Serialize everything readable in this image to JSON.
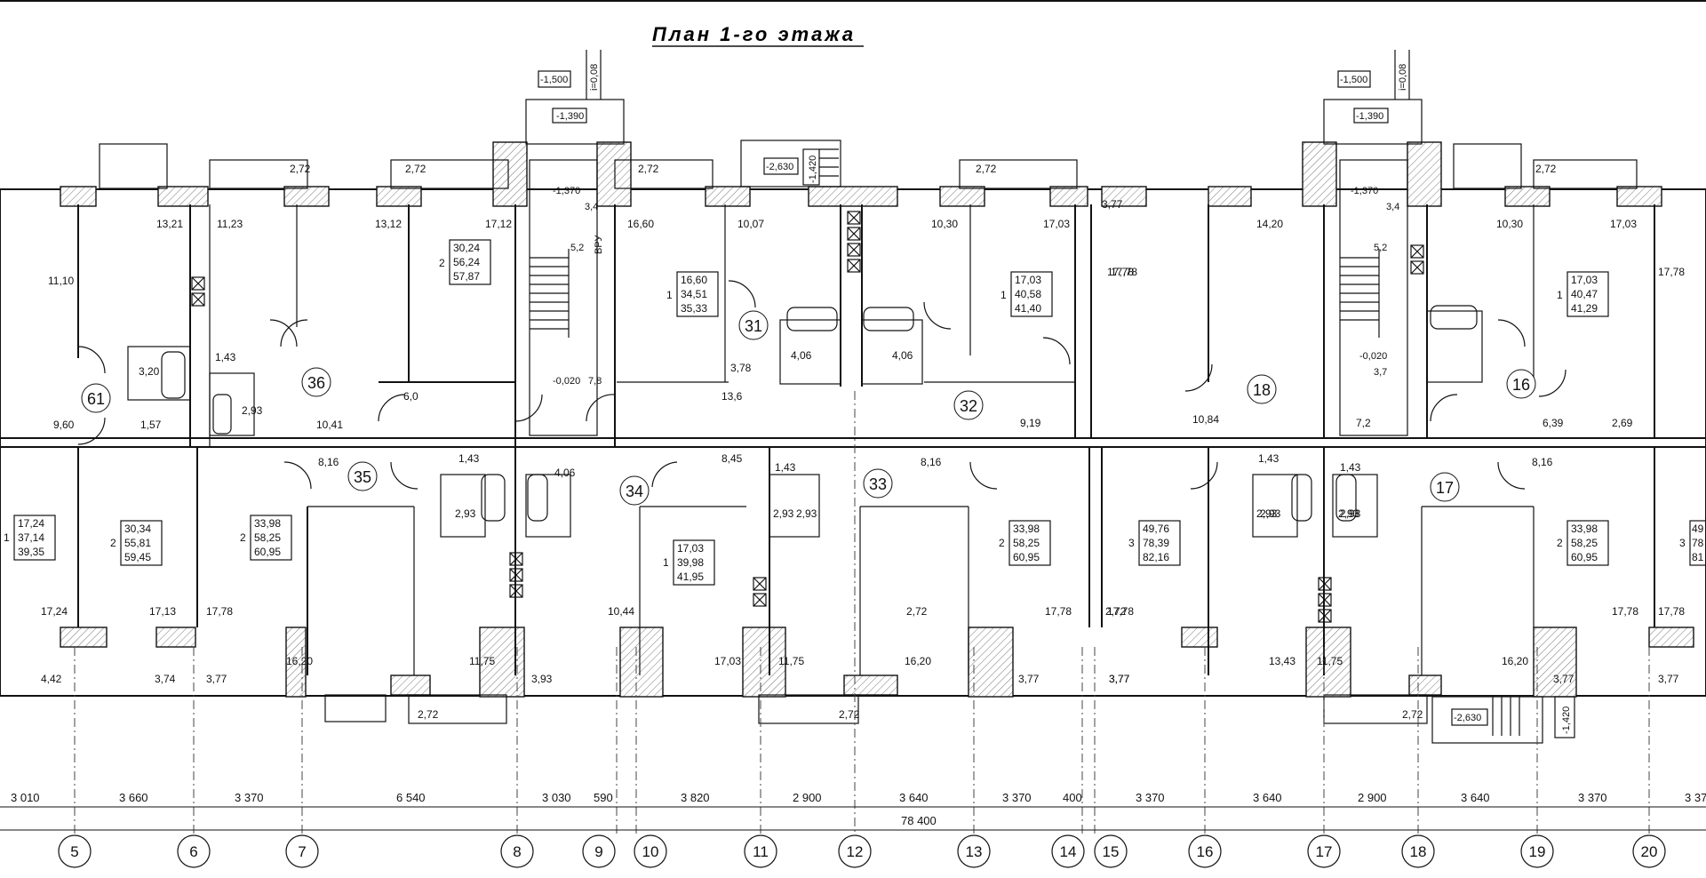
{
  "title": "План 1-го этажа",
  "entrance_marks": {
    "level1": "-1,500",
    "slope": "i=0,08",
    "level2": "-1,390",
    "level3": "-1,370",
    "stair_a": "-2,630",
    "stair_b": "-1,420",
    "landing": "-0,020",
    "vru": "ВРУ",
    "porch": "3,4",
    "hall": "5,2",
    "vest": "7,8",
    "hall_b": "3,7"
  },
  "apartments": [
    {
      "num": "61",
      "label": "61"
    },
    {
      "num": "36",
      "label": "36"
    },
    {
      "num": "35",
      "label": "35"
    },
    {
      "num": "34",
      "label": "34"
    },
    {
      "num": "31",
      "label": "31"
    },
    {
      "num": "33",
      "label": "33"
    },
    {
      "num": "32",
      "label": "32"
    },
    {
      "num": "18",
      "label": "18"
    },
    {
      "num": "17",
      "label": "17"
    },
    {
      "num": "16",
      "label": "16"
    }
  ],
  "area_boxes": [
    {
      "rooms": "2",
      "a": "30,24",
      "b": "56,24",
      "c": "57,87"
    },
    {
      "rooms": "1",
      "a": "16,60",
      "b": "34,51",
      "c": "35,33"
    },
    {
      "rooms": "1",
      "a": "17,03",
      "b": "40,58",
      "c": "41,40"
    },
    {
      "rooms": "1",
      "a": "17,03",
      "b": "40,47",
      "c": "41,29"
    },
    {
      "rooms": "1",
      "a": "17,24",
      "b": "37,14",
      "c": "39,35"
    },
    {
      "rooms": "2",
      "a": "30,34",
      "b": "55,81",
      "c": "59,45"
    },
    {
      "rooms": "2",
      "a": "33,98",
      "b": "58,25",
      "c": "60,95"
    },
    {
      "rooms": "1",
      "a": "17,03",
      "b": "39,98",
      "c": "41,95"
    },
    {
      "rooms": "2",
      "a": "33,98",
      "b": "58,25",
      "c": "60,95"
    },
    {
      "rooms": "3",
      "a": "49,76",
      "b": "78,39",
      "c": "82,16"
    },
    {
      "rooms": "2",
      "a": "33,98",
      "b": "58,25",
      "c": "60,95"
    },
    {
      "rooms": "3",
      "a": "49",
      "b": "78",
      "c": "81"
    }
  ],
  "room_areas": [
    "11,10",
    "13,21",
    "11,23",
    "13,12",
    "17,12",
    "16,60",
    "10,07",
    "10,30",
    "17,03",
    "3,77",
    "14,20",
    "10,30",
    "17,03",
    "17,78",
    "17,78",
    "3,20",
    "1,43",
    "2,93",
    "1,57",
    "9,60",
    "10,41",
    "6,0",
    "13,6",
    "3,78",
    "4,06",
    "4,06",
    "9,19",
    "10,84",
    "7,2",
    "6,39",
    "2,69",
    "8,16",
    "1,43",
    "4,06",
    "8,45",
    "1,43",
    "2,93",
    "8,16",
    "1,43",
    "2,93",
    "1,43",
    "2,93",
    "8,16",
    "17,24",
    "17,13",
    "17,78",
    "10,44",
    "17,03",
    "11,75",
    "16,20",
    "17,78",
    "17,78",
    "13,43",
    "11,75",
    "16,20",
    "17,78",
    "17,78",
    "16,20",
    "11,75",
    "4,42",
    "3,74",
    "3,77",
    "3,93",
    "3,77",
    "3,77",
    "3,77",
    "3,77",
    "2,72",
    "2,72",
    "2,72",
    "2,72",
    "2,72",
    "2,72",
    "2,72",
    "2,72",
    "2,72",
    "2,72",
    "2,93",
    "2,93",
    "2,93",
    "2,93",
    "17,78",
    "3,77"
  ],
  "dimensions": [
    "3 010",
    "3 660",
    "3 370",
    "6 540",
    "3 030",
    "590",
    "3 820",
    "2 900",
    "3 640",
    "3 370",
    "400",
    "3 370",
    "3 640",
    "2 900",
    "3 640",
    "3 370",
    "3 37"
  ],
  "total_dimension": "78 400",
  "axes": [
    "5",
    "6",
    "7",
    "8",
    "9",
    "10",
    "11",
    "12",
    "13",
    "14",
    "15",
    "16",
    "17",
    "18",
    "19",
    "20"
  ]
}
